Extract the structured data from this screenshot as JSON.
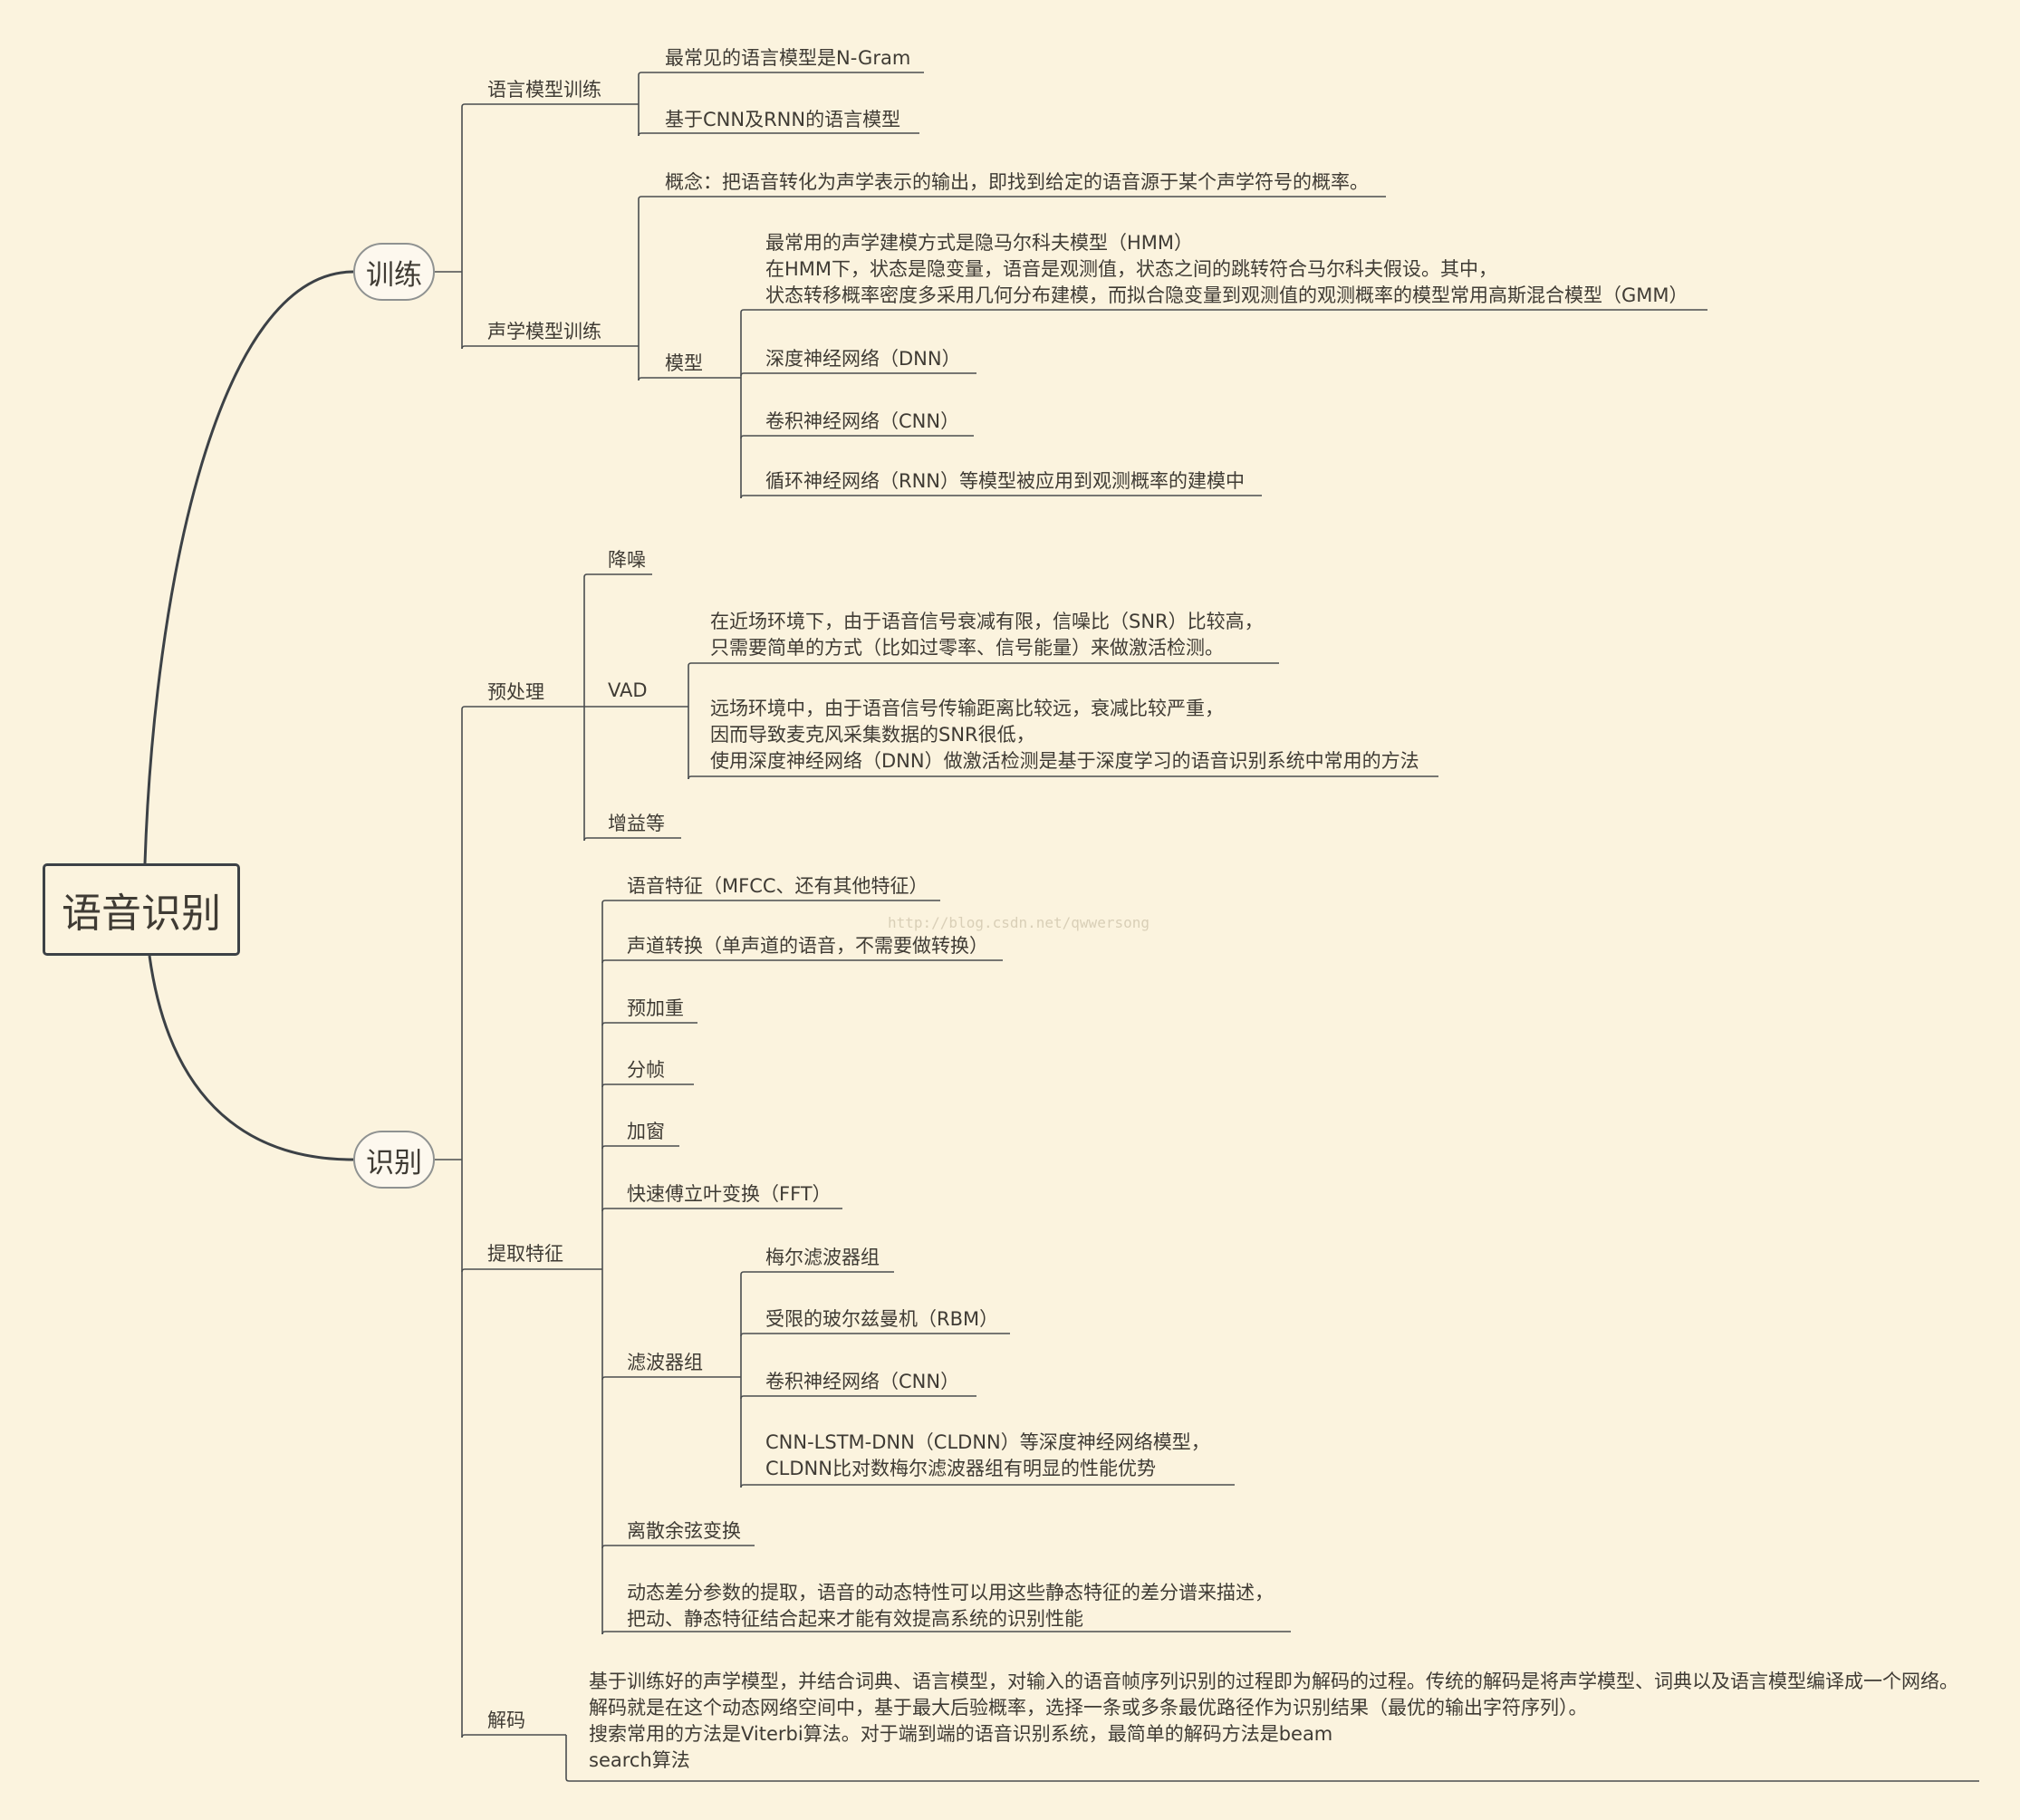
{
  "root": "语音识别",
  "watermark": "http://blog.csdn.net/qwwersong",
  "train": {
    "label": "训练",
    "lm": {
      "label": "语言模型训练",
      "items": [
        "最常见的语言模型是N-Gram",
        "基于CNN及RNN的语言模型"
      ]
    },
    "am": {
      "label": "声学模型训练",
      "concept": "概念：把语音转化为声学表示的输出，即找到给定的语音源于某个声学符号的概率。",
      "model": {
        "label": "模型",
        "items": [
          "最常用的声学建模方式是隐马尔科夫模型（HMM）\n在HMM下，状态是隐变量，语音是观测值，状态之间的跳转符合马尔科夫假设。其中，\n状态转移概率密度多采用几何分布建模，而拟合隐变量到观测值的观测概率的模型常用高斯混合模型（GMM）",
          "深度神经网络（DNN）",
          "卷积神经网络（CNN）",
          "循环神经网络（RNN）等模型被应用到观测概率的建模中"
        ]
      }
    }
  },
  "recog": {
    "label": "识别",
    "pre": {
      "label": "预处理",
      "denoise": "降噪",
      "vad": {
        "label": "VAD",
        "items": [
          "在近场环境下，由于语音信号衰减有限，信噪比（SNR）比较高，\n只需要简单的方式（比如过零率、信号能量）来做激活检测。",
          "远场环境中，由于语音信号传输距离比较远，衰减比较严重，\n因而导致麦克风采集数据的SNR很低，\n使用深度神经网络（DNN）做激活检测是基于深度学习的语音识别系统中常用的方法"
        ]
      },
      "gain": "增益等"
    },
    "feat": {
      "label": "提取特征",
      "items": [
        "语音特征（MFCC、还有其他特征）",
        "声道转换（单声道的语音，不需要做转换）",
        "预加重",
        "分帧",
        "加窗",
        "快速傅立叶变换（FFT）"
      ],
      "filter": {
        "label": "滤波器组",
        "items": [
          "梅尔滤波器组",
          "受限的玻尔兹曼机（RBM）",
          "卷积神经网络（CNN）",
          "CNN-LSTM-DNN（CLDNN）等深度神经网络模型，\nCLDNN比对数梅尔滤波器组有明显的性能优势"
        ]
      },
      "tail": [
        "离散余弦变换",
        "动态差分参数的提取，语音的动态特性可以用这些静态特征的差分谱来描述，\n把动、静态特征结合起来才能有效提高系统的识别性能"
      ]
    },
    "decode": {
      "label": "解码",
      "text": "基于训练好的声学模型，并结合词典、语言模型，对输入的语音帧序列识别的过程即为解码的过程。传统的解码是将声学模型、词典以及语言模型编译成一个网络。\n解码就是在这个动态网络空间中，基于最大后验概率，选择一条或多条最优路径作为识别结果（最优的输出字符序列）。\n搜索常用的方法是Viterbi算法。对于端到端的语音识别系统，最简单的解码方法是beam\nsearch算法"
    }
  }
}
